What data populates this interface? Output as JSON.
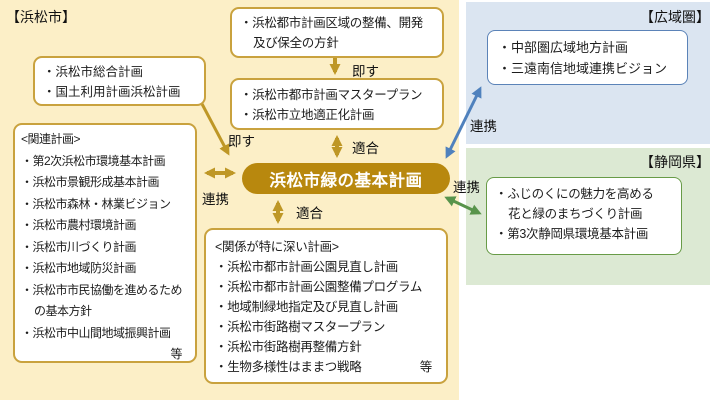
{
  "regions": {
    "hamamatsu": {
      "label": "【浜松市】"
    },
    "koiki": {
      "label": "【広域圏】"
    },
    "shizuoka": {
      "label": "【静岡県】"
    }
  },
  "central_plan": {
    "title": "浜松市緑の基本計画"
  },
  "boxes": {
    "sogo": {
      "lines": [
        "・浜松市総合計画",
        "・国土利用計画浜松計画"
      ]
    },
    "kuiki_hoshin": {
      "lines": [
        "・浜松都市計画区域の整備、開発",
        {
          "text": "及び保全の方針",
          "indent": true
        }
      ]
    },
    "master_plan": {
      "lines": [
        "・浜松市都市計画マスタープラン",
        "・浜松市立地適正化計画"
      ]
    },
    "kanren": {
      "lines": [
        "<関連計画>",
        "・第2次浜松市環境基本計画",
        "・浜松市景観形成基本計画",
        "・浜松市森林・林業ビジョン",
        "・浜松市農村環境計画",
        "・浜松市川づくり計画",
        "・浜松市地域防災計画",
        "・浜松市市民協働を進めるため",
        {
          "text": "の基本方針",
          "indent": true
        },
        "・浜松市中山間地域振興計画",
        {
          "text": "等",
          "align": "right"
        }
      ]
    },
    "fukai": {
      "lines": [
        "<関係が特に深い計画>",
        "・浜松市都市計画公園見直し計画",
        "・浜松市都市計画公園整備プログラム",
        "・地域制緑地指定及び見直し計画",
        "・浜松市街路樹マスタープラン",
        "・浜松市街路樹再整備方針",
        {
          "text": "・生物多様性はままつ戦略",
          "tail": "等"
        }
      ]
    },
    "koiki_plans": {
      "lines": [
        "・中部圏広域地方計画",
        "・三遠南信地域連携ビジョン"
      ]
    },
    "shizuoka_plans": {
      "lines": [
        "・ふじのくにの魅力を高める",
        {
          "text": "花と緑のまちづくり計画",
          "indent": true
        },
        "・第3次静岡県環境基本計画"
      ]
    }
  },
  "arrow_labels": {
    "sokusu_top": "即す",
    "tekigou_upper": "適合",
    "sokusu_left": "即す",
    "renkei_left": "連携",
    "tekigou_lower": "適合",
    "renkei_koiki": "連携",
    "renkei_shizuoka": "連携"
  },
  "colors": {
    "hamamatsu_bg": "#FCEFC7",
    "koiki_bg": "#DBE5F1",
    "shizuoka_bg": "#DCE9D3",
    "white_box_border": "#C9A23E",
    "blue_box_border": "#5B83B8",
    "green_box_border": "#689B47",
    "plan_pill_bg": "#B8880E",
    "gold_arrow": "#BE9726",
    "blue_arrow": "#4F81BD",
    "green_arrow": "#58944B"
  }
}
